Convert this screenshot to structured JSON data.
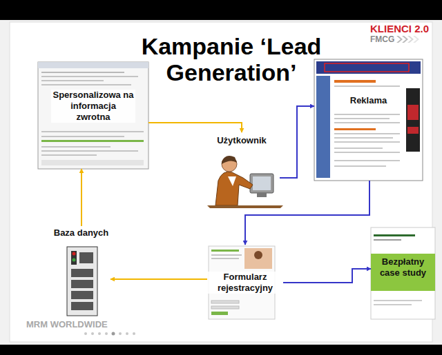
{
  "diagram": {
    "title": "Kampanie ‘Lead Generation’",
    "nodes": [
      {
        "text": [
          "Spersonalizowa na informacja zwrotna"
        ]
      },
      {
        "text": [
          "Użytkownik"
        ]
      },
      {
        "text": [
          "Reklama"
        ]
      },
      {
        "text": [
          "Baza danych"
        ]
      },
      {
        "text": [
          "Formularz rejestracyjny"
        ]
      },
      {
        "text": [
          "Bezpłatny case study"
        ]
      }
    ],
    "edges": [
      {
        "from": 0,
        "to": 1,
        "arrow": "to"
      },
      {
        "from": 1,
        "to": 2,
        "arrow": "to"
      },
      {
        "from": 2,
        "to": 4,
        "arrow": "to"
      },
      {
        "from": 4,
        "to": 3,
        "arrow": "to"
      },
      {
        "from": 3,
        "to": 0,
        "arrow": "to"
      },
      {
        "from": 4,
        "to": 5,
        "arrow": "to"
      }
    ],
    "labels": [
      "KLIENCI 2.0",
      "FMCG",
      "MRM WORLDWIDE"
    ]
  }
}
